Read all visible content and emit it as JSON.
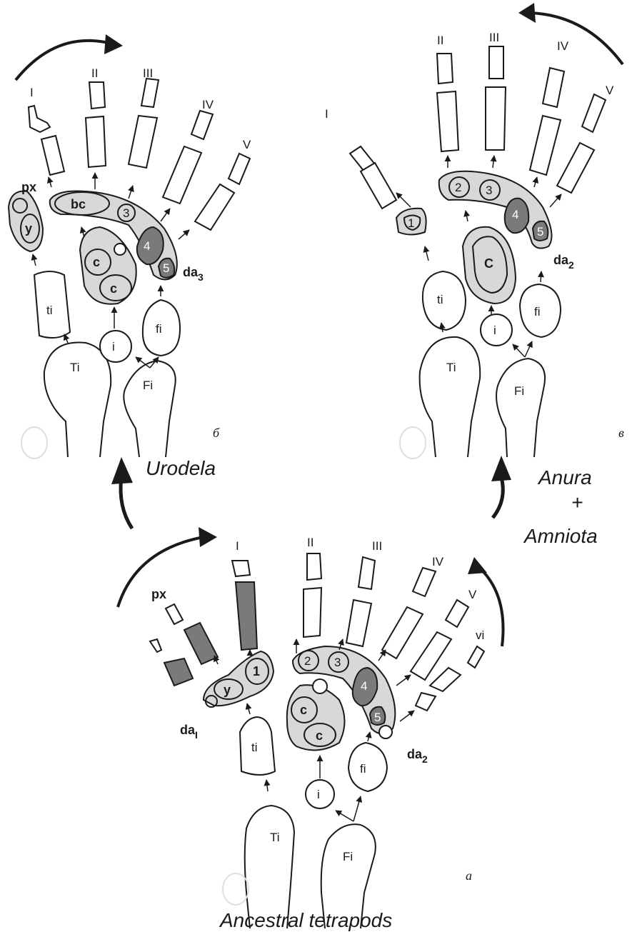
{
  "panels": {
    "a": "a",
    "b": "б",
    "c": "в"
  },
  "taxa": {
    "urodela": "Urodela",
    "anura": "Anura",
    "plus": "+",
    "amniota": "Amniota",
    "ancestral": "Ancestral tetrapods"
  },
  "digits": {
    "I": "I",
    "II": "II",
    "III": "III",
    "IV": "IV",
    "V": "V",
    "VI": "vi"
  },
  "bones": {
    "Ti": "Ti",
    "Fi": "Fi",
    "ti": "ti",
    "fi": "fi",
    "i": "i",
    "c": "c",
    "C": "C",
    "y": "y",
    "px": "px",
    "bc": "bc",
    "d1": "1",
    "d2": "2",
    "d3": "3",
    "d4": "4",
    "d5": "5"
  },
  "arches": {
    "da1_main": "da",
    "da1_sub": "I",
    "da2_main": "da",
    "da2_sub": "2",
    "da3_main": "da",
    "da3_sub": "3"
  },
  "colors": {
    "ink": "#1a1a1a",
    "arch_fill": "#d8d8d8",
    "dark_bone": "#7a7a7a",
    "background": "#ffffff"
  }
}
